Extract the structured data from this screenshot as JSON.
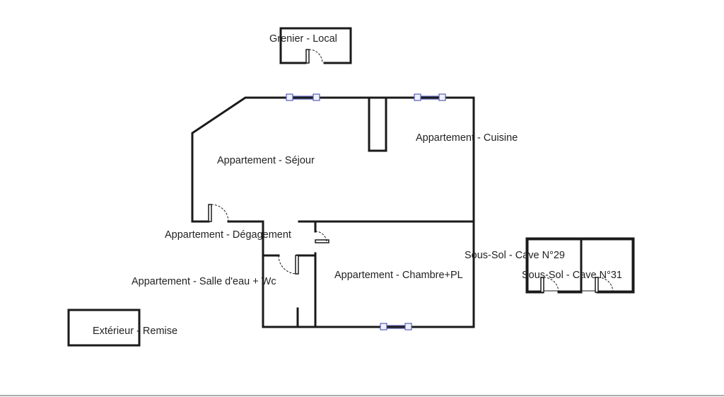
{
  "rooms": {
    "grenier": "Grenier - Local",
    "cuisine": "Appartement - Cuisine",
    "sejour": "Appartement - Séjour",
    "degagement": "Appartement - Dégagement",
    "salle_eau": "Appartement - Salle d'eau + Wc",
    "chambre": "Appartement - Chambre+PL",
    "cave29": "Sous-Sol - Cave N°29",
    "cave31": "Sous-Sol - Cave N°31",
    "remise": "Extérieur - Remise"
  }
}
